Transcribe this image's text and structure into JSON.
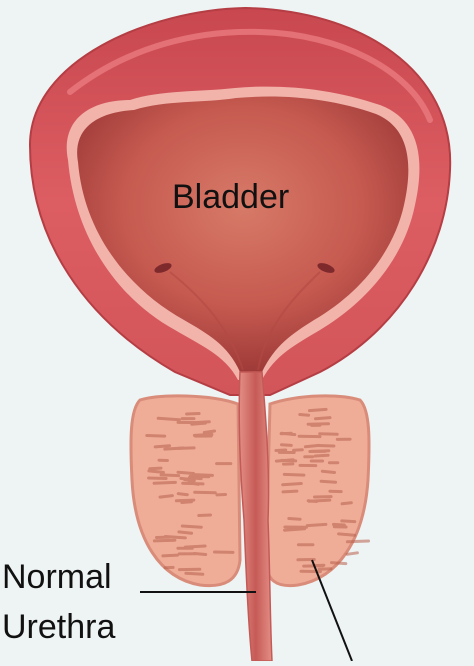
{
  "labels": {
    "bladder": "Bladder",
    "normal_urethra_line1": "Normal",
    "normal_urethra_line2": "Urethra"
  },
  "colors": {
    "background": "#eef3f3",
    "bladder_wall": "#d9585e",
    "bladder_wall_dark": "#b83c44",
    "bladder_inner_edge": "#f4b9b0",
    "bladder_cavity": "#c4584f",
    "prostate": "#efad98",
    "prostate_edge": "#d98c79",
    "prostate_texture": "#b8614e",
    "urethra": "#d46a66",
    "leader_line": "#111111"
  }
}
